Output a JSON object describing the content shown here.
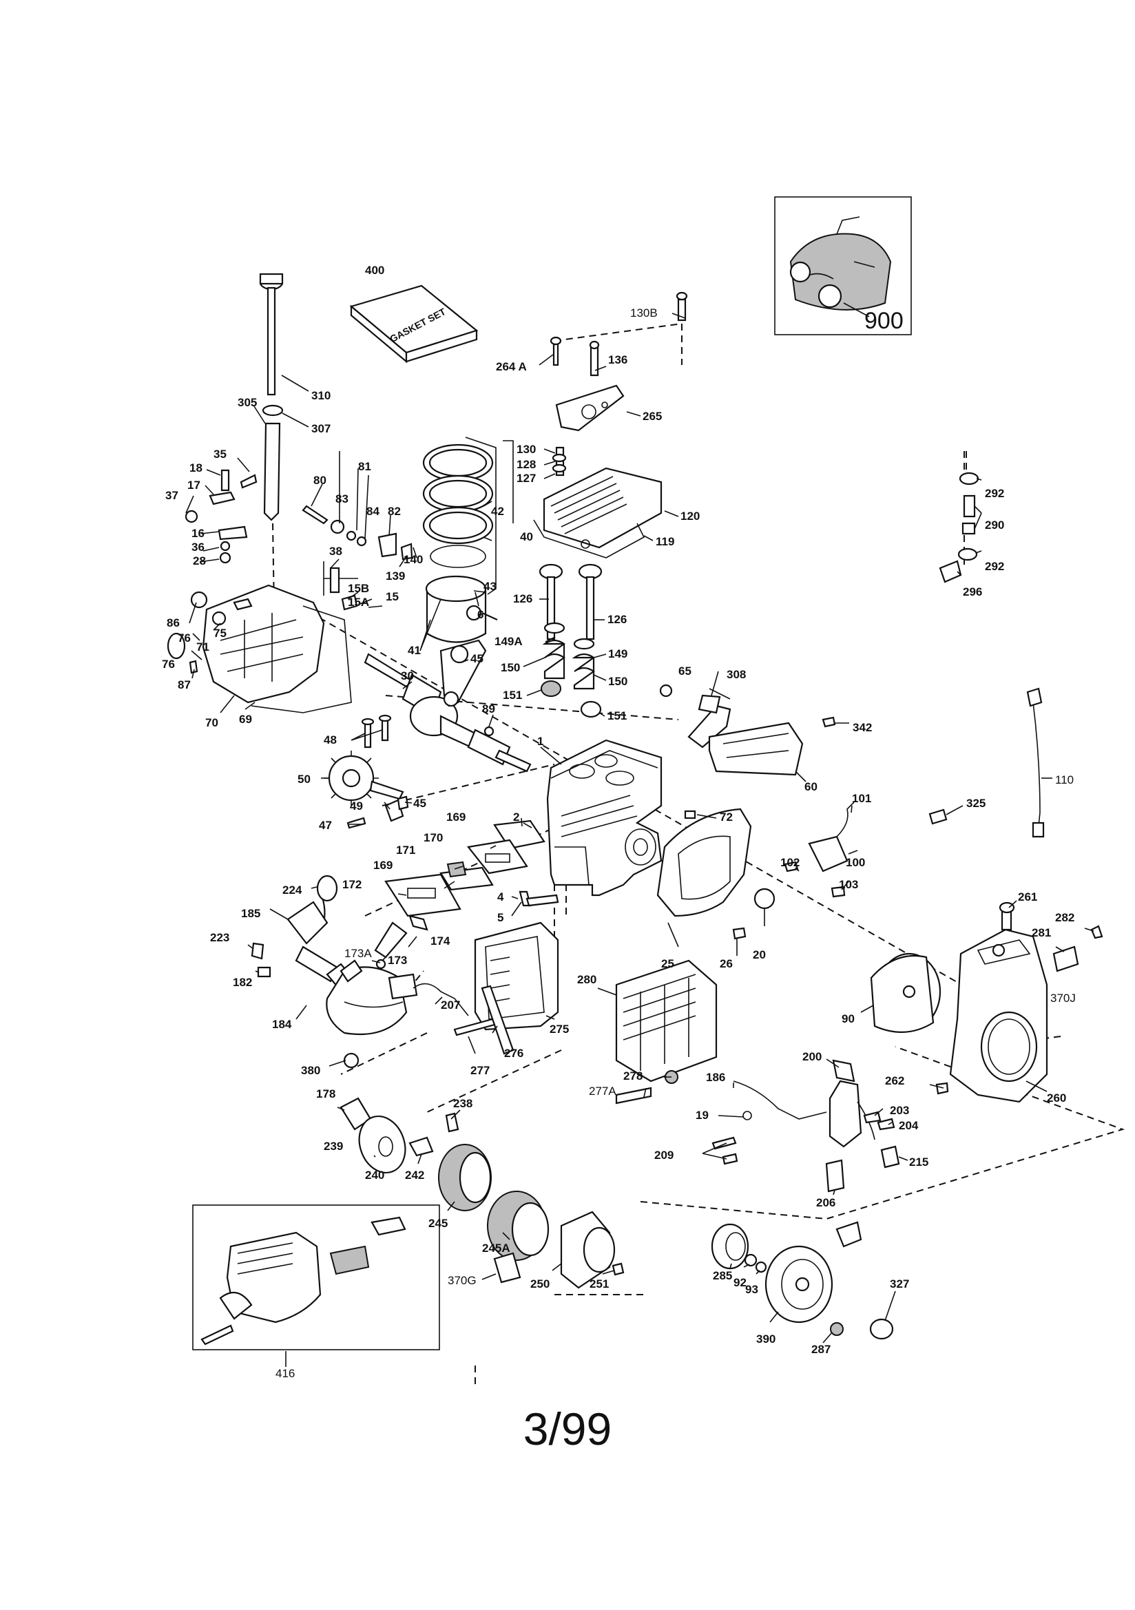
{
  "page": {
    "page_number": "3/99"
  },
  "kit": {
    "gasket_set_text": "GASKET SET"
  },
  "inset_top": {
    "ref": "900"
  },
  "inset_bottom": {
    "ref": "416"
  },
  "colors": {
    "ink": "#111111",
    "paper": "#ffffff",
    "shade": "#bdbdbd"
  },
  "parts": [
    {
      "id": "400",
      "label": "400"
    },
    {
      "id": "310",
      "label": "310"
    },
    {
      "id": "305",
      "label": "305"
    },
    {
      "id": "307",
      "label": "307"
    },
    {
      "id": "35",
      "label": "35"
    },
    {
      "id": "18",
      "label": "18"
    },
    {
      "id": "17",
      "label": "17"
    },
    {
      "id": "37",
      "label": "37"
    },
    {
      "id": "16",
      "label": "16"
    },
    {
      "id": "36",
      "label": "36"
    },
    {
      "id": "28",
      "label": "28"
    },
    {
      "id": "80",
      "label": "80"
    },
    {
      "id": "83",
      "label": "83"
    },
    {
      "id": "81",
      "label": "81"
    },
    {
      "id": "84",
      "label": "84"
    },
    {
      "id": "82",
      "label": "82"
    },
    {
      "id": "139",
      "label": "139"
    },
    {
      "id": "140",
      "label": "140"
    },
    {
      "id": "38",
      "label": "38"
    },
    {
      "id": "15B",
      "label": "15B"
    },
    {
      "id": "15A",
      "label": "15A"
    },
    {
      "id": "15",
      "label": "15"
    },
    {
      "id": "86",
      "label": "86"
    },
    {
      "id": "76a",
      "label": "76"
    },
    {
      "id": "71",
      "label": "71"
    },
    {
      "id": "75",
      "label": "75"
    },
    {
      "id": "76b",
      "label": "76"
    },
    {
      "id": "87",
      "label": "87"
    },
    {
      "id": "70",
      "label": "70"
    },
    {
      "id": "69",
      "label": "69"
    },
    {
      "id": "42",
      "label": "42"
    },
    {
      "id": "40",
      "label": "40"
    },
    {
      "id": "43",
      "label": "43"
    },
    {
      "id": "6",
      "label": "6"
    },
    {
      "id": "41",
      "label": "41"
    },
    {
      "id": "130B",
      "label": "130B"
    },
    {
      "id": "264A",
      "label": "264 A"
    },
    {
      "id": "136",
      "label": "136"
    },
    {
      "id": "265",
      "label": "265"
    },
    {
      "id": "130",
      "label": "130"
    },
    {
      "id": "128",
      "label": "128"
    },
    {
      "id": "127",
      "label": "127"
    },
    {
      "id": "120",
      "label": "120"
    },
    {
      "id": "119",
      "label": "119"
    },
    {
      "id": "126a",
      "label": "126"
    },
    {
      "id": "126b",
      "label": "126"
    },
    {
      "id": "149A",
      "label": "149A"
    },
    {
      "id": "149",
      "label": "149"
    },
    {
      "id": "150a",
      "label": "150"
    },
    {
      "id": "150b",
      "label": "150"
    },
    {
      "id": "151a",
      "label": "151"
    },
    {
      "id": "151b",
      "label": "151"
    },
    {
      "id": "30",
      "label": "30"
    },
    {
      "id": "45a",
      "label": "45"
    },
    {
      "id": "89",
      "label": "89"
    },
    {
      "id": "48",
      "label": "48"
    },
    {
      "id": "50",
      "label": "50"
    },
    {
      "id": "49",
      "label": "49"
    },
    {
      "id": "45b",
      "label": "45"
    },
    {
      "id": "47",
      "label": "47"
    },
    {
      "id": "1",
      "label": "1"
    },
    {
      "id": "2",
      "label": "2"
    },
    {
      "id": "169a",
      "label": "169"
    },
    {
      "id": "170",
      "label": "170"
    },
    {
      "id": "171",
      "label": "171"
    },
    {
      "id": "169b",
      "label": "169"
    },
    {
      "id": "172",
      "label": "172"
    },
    {
      "id": "4",
      "label": "4"
    },
    {
      "id": "5",
      "label": "5"
    },
    {
      "id": "174",
      "label": "174"
    },
    {
      "id": "173A",
      "label": "173A"
    },
    {
      "id": "173",
      "label": "173"
    },
    {
      "id": "224",
      "label": "224"
    },
    {
      "id": "185",
      "label": "185"
    },
    {
      "id": "223",
      "label": "223"
    },
    {
      "id": "182",
      "label": "182"
    },
    {
      "id": "184",
      "label": "184"
    },
    {
      "id": "207",
      "label": "207"
    },
    {
      "id": "380",
      "label": "380"
    },
    {
      "id": "178",
      "label": "178"
    },
    {
      "id": "275",
      "label": "275"
    },
    {
      "id": "276",
      "label": "276"
    },
    {
      "id": "277",
      "label": "277"
    },
    {
      "id": "280",
      "label": "280"
    },
    {
      "id": "278",
      "label": "278"
    },
    {
      "id": "277A",
      "label": "277A"
    },
    {
      "id": "238",
      "label": "238"
    },
    {
      "id": "239",
      "label": "239"
    },
    {
      "id": "240",
      "label": "240"
    },
    {
      "id": "242",
      "label": "242"
    },
    {
      "id": "245",
      "label": "245"
    },
    {
      "id": "245A",
      "label": "245A"
    },
    {
      "id": "370G",
      "label": "370G"
    },
    {
      "id": "250",
      "label": "250"
    },
    {
      "id": "251",
      "label": "251"
    },
    {
      "id": "65",
      "label": "65"
    },
    {
      "id": "308",
      "label": "308"
    },
    {
      "id": "342",
      "label": "342"
    },
    {
      "id": "60",
      "label": "60"
    },
    {
      "id": "72",
      "label": "72"
    },
    {
      "id": "101",
      "label": "101"
    },
    {
      "id": "102",
      "label": "102"
    },
    {
      "id": "100",
      "label": "100"
    },
    {
      "id": "103",
      "label": "103"
    },
    {
      "id": "25",
      "label": "25"
    },
    {
      "id": "26",
      "label": "26"
    },
    {
      "id": "20",
      "label": "20"
    },
    {
      "id": "90",
      "label": "90"
    },
    {
      "id": "261",
      "label": "261"
    },
    {
      "id": "282",
      "label": "282"
    },
    {
      "id": "281",
      "label": "281"
    },
    {
      "id": "370J",
      "label": "370J"
    },
    {
      "id": "260",
      "label": "260"
    },
    {
      "id": "262",
      "label": "262"
    },
    {
      "id": "200",
      "label": "200"
    },
    {
      "id": "186",
      "label": "186"
    },
    {
      "id": "19",
      "label": "19"
    },
    {
      "id": "203",
      "label": "203"
    },
    {
      "id": "204",
      "label": "204"
    },
    {
      "id": "209",
      "label": "209"
    },
    {
      "id": "215",
      "label": "215"
    },
    {
      "id": "206",
      "label": "206"
    },
    {
      "id": "285",
      "label": "285"
    },
    {
      "id": "92",
      "label": "92"
    },
    {
      "id": "93",
      "label": "93"
    },
    {
      "id": "390",
      "label": "390"
    },
    {
      "id": "287",
      "label": "287"
    },
    {
      "id": "327",
      "label": "327"
    },
    {
      "id": "292a",
      "label": "292"
    },
    {
      "id": "290",
      "label": "290"
    },
    {
      "id": "292b",
      "label": "292"
    },
    {
      "id": "296",
      "label": "296"
    },
    {
      "id": "110",
      "label": "110"
    },
    {
      "id": "325",
      "label": "325"
    }
  ]
}
